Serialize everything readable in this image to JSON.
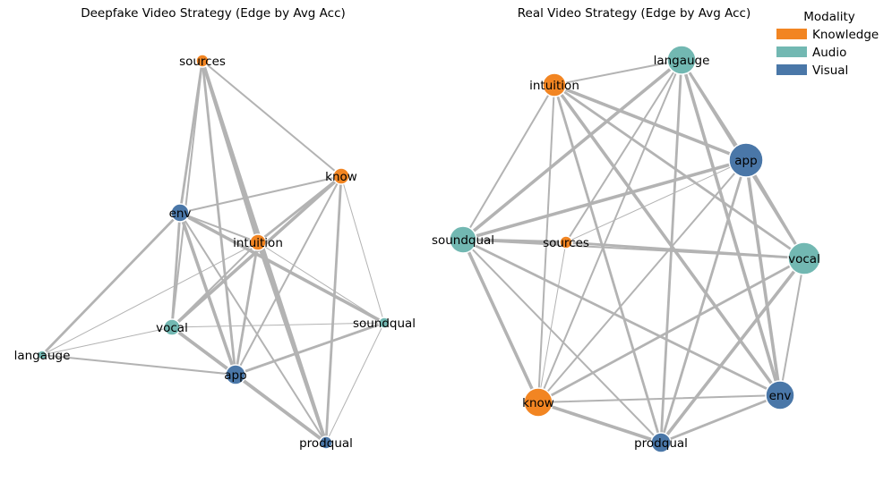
{
  "legend": {
    "title": "Modality",
    "items": [
      {
        "label": "Knowledge",
        "color": "#f28522"
      },
      {
        "label": "Audio",
        "color": "#72b8b2"
      },
      {
        "label": "Visual",
        "color": "#4a77a8"
      }
    ]
  },
  "panels": [
    {
      "title": "Deepfake Video Strategy (Edge by Avg Acc)",
      "nodes": [
        {
          "id": "sources",
          "label": "sources",
          "modality": "Knowledge"
        },
        {
          "id": "know",
          "label": "know",
          "modality": "Knowledge"
        },
        {
          "id": "env",
          "label": "env",
          "modality": "Visual"
        },
        {
          "id": "intuition",
          "label": "intuition",
          "modality": "Knowledge"
        },
        {
          "id": "vocal",
          "label": "vocal",
          "modality": "Audio"
        },
        {
          "id": "soundqual",
          "label": "soundqual",
          "modality": "Audio"
        },
        {
          "id": "langauge",
          "label": "langauge",
          "modality": "Audio"
        },
        {
          "id": "app",
          "label": "app",
          "modality": "Visual"
        },
        {
          "id": "prodqual",
          "label": "prodqual",
          "modality": "Visual"
        }
      ],
      "edges": [
        [
          "sources",
          "know"
        ],
        [
          "sources",
          "env"
        ],
        [
          "sources",
          "intuition"
        ],
        [
          "sources",
          "vocal"
        ],
        [
          "sources",
          "app"
        ],
        [
          "sources",
          "prodqual"
        ],
        [
          "know",
          "env"
        ],
        [
          "know",
          "intuition"
        ],
        [
          "know",
          "vocal"
        ],
        [
          "know",
          "app"
        ],
        [
          "know",
          "prodqual"
        ],
        [
          "know",
          "soundqual"
        ],
        [
          "env",
          "intuition"
        ],
        [
          "env",
          "vocal"
        ],
        [
          "env",
          "app"
        ],
        [
          "env",
          "prodqual"
        ],
        [
          "env",
          "langauge"
        ],
        [
          "env",
          "soundqual"
        ],
        [
          "intuition",
          "vocal"
        ],
        [
          "intuition",
          "app"
        ],
        [
          "intuition",
          "prodqual"
        ],
        [
          "intuition",
          "langauge"
        ],
        [
          "intuition",
          "soundqual"
        ],
        [
          "vocal",
          "app"
        ],
        [
          "vocal",
          "langauge"
        ],
        [
          "vocal",
          "soundqual"
        ],
        [
          "vocal",
          "prodqual"
        ],
        [
          "langauge",
          "app"
        ],
        [
          "app",
          "soundqual"
        ],
        [
          "app",
          "prodqual"
        ],
        [
          "soundqual",
          "prodqual"
        ]
      ]
    },
    {
      "title": "Real Video Strategy (Edge by Avg Acc)",
      "nodes": [
        {
          "id": "langauge",
          "label": "langauge",
          "modality": "Audio"
        },
        {
          "id": "intuition",
          "label": "intuition",
          "modality": "Knowledge"
        },
        {
          "id": "app",
          "label": "app",
          "modality": "Visual"
        },
        {
          "id": "soundqual",
          "label": "soundqual",
          "modality": "Audio"
        },
        {
          "id": "sources",
          "label": "sources",
          "modality": "Knowledge"
        },
        {
          "id": "vocal",
          "label": "vocal",
          "modality": "Audio"
        },
        {
          "id": "env",
          "label": "env",
          "modality": "Visual"
        },
        {
          "id": "know",
          "label": "know",
          "modality": "Knowledge"
        },
        {
          "id": "prodqual",
          "label": "prodqual",
          "modality": "Visual"
        }
      ],
      "edges": [
        [
          "langauge",
          "intuition"
        ],
        [
          "langauge",
          "app"
        ],
        [
          "langauge",
          "soundqual"
        ],
        [
          "langauge",
          "sources"
        ],
        [
          "langauge",
          "vocal"
        ],
        [
          "langauge",
          "env"
        ],
        [
          "langauge",
          "know"
        ],
        [
          "langauge",
          "prodqual"
        ],
        [
          "intuition",
          "app"
        ],
        [
          "intuition",
          "soundqual"
        ],
        [
          "intuition",
          "vocal"
        ],
        [
          "intuition",
          "env"
        ],
        [
          "intuition",
          "know"
        ],
        [
          "intuition",
          "prodqual"
        ],
        [
          "app",
          "soundqual"
        ],
        [
          "app",
          "sources"
        ],
        [
          "app",
          "vocal"
        ],
        [
          "app",
          "env"
        ],
        [
          "app",
          "know"
        ],
        [
          "app",
          "prodqual"
        ],
        [
          "soundqual",
          "sources"
        ],
        [
          "soundqual",
          "vocal"
        ],
        [
          "soundqual",
          "env"
        ],
        [
          "soundqual",
          "know"
        ],
        [
          "soundqual",
          "prodqual"
        ],
        [
          "sources",
          "vocal"
        ],
        [
          "sources",
          "know"
        ],
        [
          "vocal",
          "env"
        ],
        [
          "vocal",
          "know"
        ],
        [
          "vocal",
          "prodqual"
        ],
        [
          "env",
          "know"
        ],
        [
          "env",
          "prodqual"
        ],
        [
          "know",
          "prodqual"
        ]
      ]
    }
  ]
}
